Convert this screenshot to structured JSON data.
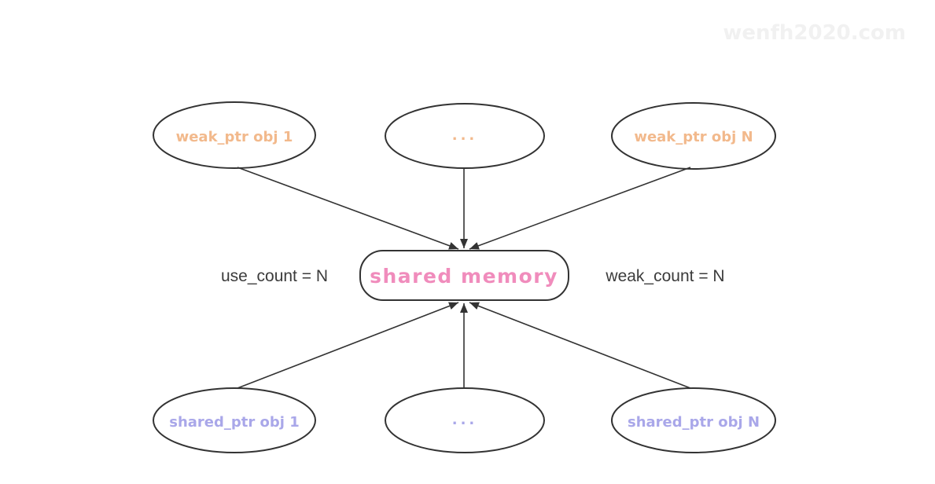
{
  "colors": {
    "background": "#ffffff",
    "node_fill": "#ffffff",
    "outline": "#333333",
    "weak_ptr_text": "#f2b98c",
    "shared_ptr_text": "#a9a7e9",
    "shared_memory_text": "#f08cbc",
    "annotation_text": "#3b3b3b",
    "watermark_text": "#f1f1f1"
  },
  "diagram": {
    "nodes": {
      "weak_ptr_obj_1": {
        "label": "weak_ptr obj 1"
      },
      "weak_ptr_ellipsis": {
        "label": "..."
      },
      "weak_ptr_obj_n": {
        "label": "weak_ptr obj N"
      },
      "shared_memory": {
        "label": "shared memory"
      },
      "shared_ptr_obj_1": {
        "label": "shared_ptr obj 1"
      },
      "shared_ptr_ellipsis": {
        "label": "..."
      },
      "shared_ptr_obj_n": {
        "label": "shared_ptr obj N"
      }
    },
    "annotations": {
      "use_count": {
        "label": "use_count = N"
      },
      "weak_count": {
        "label": "weak_count = N"
      }
    }
  },
  "watermark": {
    "label": "wenfh2020.com"
  }
}
